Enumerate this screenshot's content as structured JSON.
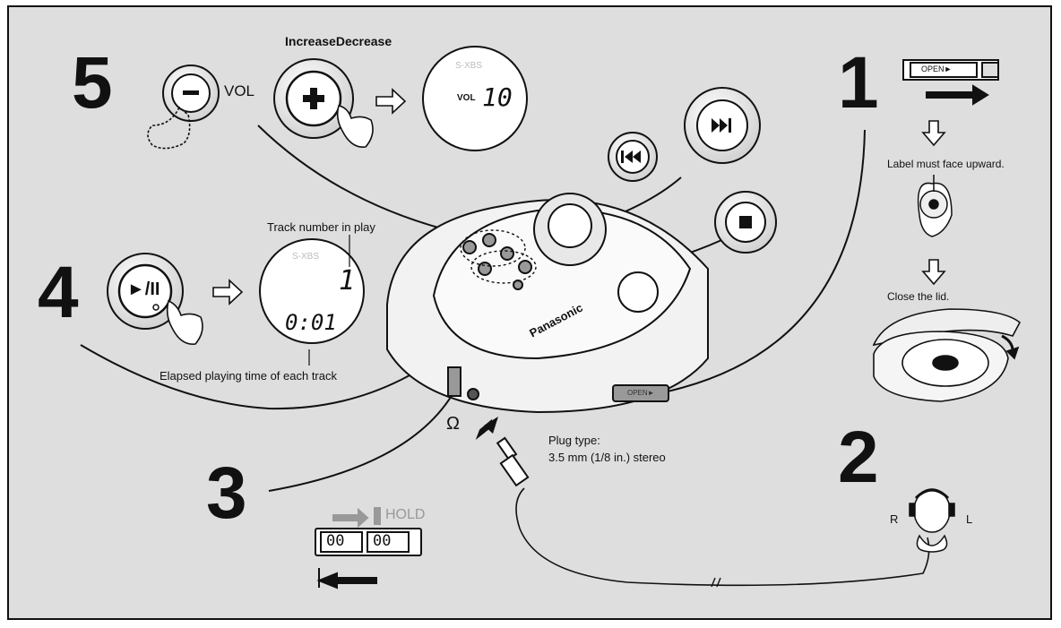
{
  "steps": {
    "s1": "1",
    "s2": "2",
    "s3": "3",
    "s4": "4",
    "s5": "5"
  },
  "volume": {
    "increase": "Increase",
    "decrease": "Decrease",
    "vol_label": "VOL",
    "display_vol": "VOL",
    "display_value": "10",
    "sxbs": "S-XBS"
  },
  "play": {
    "button": "►/II",
    "track_number_label": "Track number in play",
    "elapsed_label": "Elapsed playing time of each track",
    "display_track": "1",
    "display_time": "0:01",
    "sxbs": "S-XBS"
  },
  "step1": {
    "open_label": "OPEN►",
    "label_face": "Label must face upward.",
    "close_lid": "Close the lid."
  },
  "step3": {
    "hold": "HOLD",
    "switch_left": "00",
    "switch_right": "00"
  },
  "plug": {
    "title": "Plug type:",
    "spec": "3.5 mm (1/8 in.) stereo",
    "headphone_symbol": "Ω"
  },
  "step2": {
    "right": "R",
    "left": "L"
  },
  "player": {
    "brand": "Panasonic",
    "open_tab": "OPEN►"
  },
  "icons": {
    "minus": "minus-icon",
    "plus": "plus-icon",
    "prev": "skip-back-icon",
    "next": "skip-forward-icon",
    "stop": "stop-icon",
    "arrow": "outline-arrow-icon"
  }
}
